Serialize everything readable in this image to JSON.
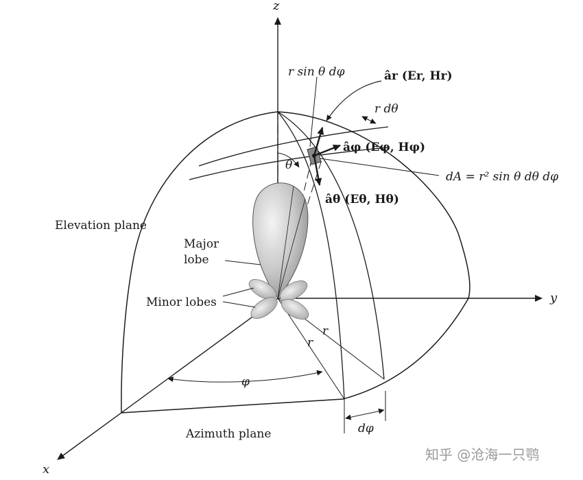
{
  "axes": {
    "x": "x",
    "y": "y",
    "z": "z"
  },
  "labels": {
    "elevation_plane": "Elevation plane",
    "azimuth_plane": "Azimuth plane",
    "major_lobe_1": "Major",
    "major_lobe_2": "lobe",
    "minor_lobes": "Minor lobes",
    "theta": "θ",
    "phi": "φ",
    "d_phi": "dφ",
    "r_a": "r",
    "r_b": "r",
    "r_sin_theta_dphi": "r sin θ dφ",
    "r_dtheta": "r dθ",
    "dA_formula": "dA = r² sin θ dθ dφ",
    "a_r": "âr (Er, Hr)",
    "a_phi": "âφ (Eφ, Hφ)",
    "a_theta": "âθ (Eθ, Hθ)"
  },
  "watermark": "知乎 @沧海一只鹗"
}
